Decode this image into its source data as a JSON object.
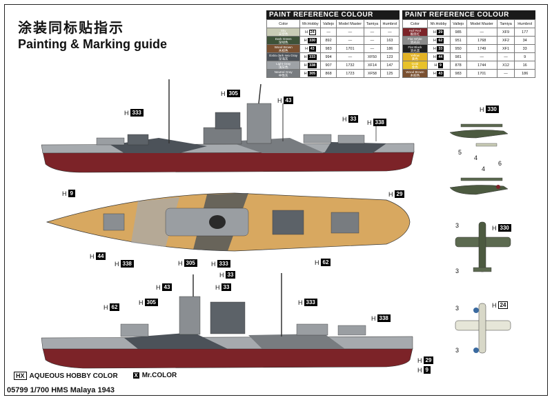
{
  "title_zh": "涂装同标贴指示",
  "title_en": "Painting & Marking guide",
  "table_left": {
    "caption": "PAINT  REFERENCE COLOUR",
    "headers": [
      "Color",
      "Mr.Hobby",
      "Vallejo",
      "Model Master",
      "Tamiya",
      "Humbrol"
    ],
    "rows": [
      {
        "en": "Sky",
        "zh": "天空色",
        "swatch": "#c9ccb6",
        "mh": "24",
        "mh_dark": false,
        "vallejo": "—",
        "mm": "—",
        "tamiya": "—",
        "humbrol": "—"
      },
      {
        "en": "Dark Green",
        "zh": "深绿色",
        "swatch": "#3e5238",
        "mh": "330",
        "mh_dark": true,
        "vallejo": "892",
        "mm": "—",
        "tamiya": "—",
        "humbrol": "163"
      },
      {
        "en": "Wood Brown",
        "zh": "木棕色",
        "swatch": "#7a5030",
        "mh": "43",
        "mh_dark": true,
        "vallejo": "983",
        "mm": "1701",
        "tamiya": "—",
        "humbrol": "186"
      },
      {
        "en": "Extra dark sea Gray",
        "zh": "深海灰",
        "swatch": "#4c5259",
        "mh": "333",
        "mh_dark": true,
        "vallejo": "994",
        "mm": "—",
        "tamiya": "XF50",
        "humbrol": "123"
      },
      {
        "en": "Light Gray",
        "zh": "浅灰色",
        "swatch": "#9ea2a6",
        "mh": "338",
        "mh_dark": true,
        "vallejo": "907",
        "mm": "1732",
        "tamiya": "XF14",
        "humbrol": "147"
      },
      {
        "en": "Neutral Gray",
        "zh": "中性灰",
        "swatch": "#787c80",
        "mh": "305",
        "mh_dark": true,
        "vallejo": "868",
        "mm": "1723",
        "tamiya": "XF58",
        "humbrol": "125"
      }
    ]
  },
  "table_right": {
    "caption": "PAINT  REFERENCE COLOUR",
    "headers": [
      "Color",
      "Mr.Hobby",
      "Vallejo",
      "Model Master",
      "Tamiya",
      "Humbrol"
    ],
    "rows": [
      {
        "en": "Hull Red",
        "zh": "舰底红",
        "swatch": "#7c2328",
        "mh": "29",
        "mh_dark": true,
        "vallejo": "985",
        "mm": "—",
        "tamiya": "XF9",
        "humbrol": "177"
      },
      {
        "en": "Flat White",
        "zh": "消光白",
        "swatch": "#8a8a8a",
        "mh": "62",
        "mh_dark": true,
        "vallejo": "951",
        "mm": "1768",
        "tamiya": "XF2",
        "humbrol": "34"
      },
      {
        "en": "Flat Black",
        "zh": "消光黑",
        "swatch": "#1e1e1e",
        "mh": "33",
        "mh_dark": true,
        "vallejo": "950",
        "mm": "1749",
        "tamiya": "XF1",
        "humbrol": "33"
      },
      {
        "en": "Yellow",
        "zh": "黄色",
        "swatch": "#e2b224",
        "mh": "44",
        "mh_dark": true,
        "vallejo": "981",
        "mm": "—",
        "tamiya": "—",
        "humbrol": "9"
      },
      {
        "en": "Gold",
        "zh": "金色",
        "swatch": "#e8c22a",
        "mh": "9",
        "mh_dark": true,
        "vallejo": "878",
        "mm": "1744",
        "tamiya": "X12",
        "humbrol": "16"
      },
      {
        "en": "Wood Brown",
        "zh": "木棕色",
        "swatch": "#7a5030",
        "mh": "43",
        "mh_dark": true,
        "vallejo": "983",
        "mm": "1701",
        "tamiya": "—",
        "humbrol": "186"
      }
    ]
  },
  "callouts": [
    {
      "id": "c1",
      "val": "305",
      "dark": true
    },
    {
      "id": "c2",
      "val": "43",
      "dark": true
    },
    {
      "id": "c3",
      "val": "333",
      "dark": true
    },
    {
      "id": "c4",
      "val": "33",
      "dark": true
    },
    {
      "id": "c5",
      "val": "338",
      "dark": true
    },
    {
      "id": "c6",
      "val": "9",
      "dark": true
    },
    {
      "id": "c7",
      "val": "29",
      "dark": true
    },
    {
      "id": "c8",
      "val": "44",
      "dark": true
    },
    {
      "id": "c9",
      "val": "338",
      "dark": true
    },
    {
      "id": "c10",
      "val": "305",
      "dark": true
    },
    {
      "id": "c11",
      "val": "333",
      "dark": true
    },
    {
      "id": "c12",
      "val": "33",
      "dark": true
    },
    {
      "id": "c13",
      "val": "62",
      "dark": true
    },
    {
      "id": "c14",
      "val": "43",
      "dark": true
    },
    {
      "id": "c15",
      "val": "33",
      "dark": true
    },
    {
      "id": "c16",
      "val": "62",
      "dark": true
    },
    {
      "id": "c17",
      "val": "305",
      "dark": true
    },
    {
      "id": "c18",
      "val": "333",
      "dark": true
    },
    {
      "id": "c19",
      "val": "338",
      "dark": true
    },
    {
      "id": "c20",
      "val": "29",
      "dark": true
    },
    {
      "id": "c21",
      "val": "9",
      "dark": true
    },
    {
      "id": "c22",
      "val": "330",
      "dark": true
    },
    {
      "id": "c23",
      "val": "330",
      "dark": true
    },
    {
      "id": "c24",
      "val": "24",
      "dark": false
    }
  ],
  "decal_numbers": {
    "n5": "5",
    "n4a": "4",
    "n4b": "4",
    "n6": "6",
    "n3a": "3",
    "n3b": "3",
    "n3c": "3",
    "n3d": "3"
  },
  "h_letter": "H",
  "legend": {
    "aqueous": "AQUEOUS HOBBY COLOR",
    "mr": "Mr.COLOR",
    "mr_symbol": "X"
  },
  "footer": "05799 1/700 HMS Malaya 1943",
  "colors": {
    "hull_red": "#7c2328",
    "deck": "#d8a860",
    "dark_gray": "#4c5259",
    "light_gray": "#a6aaae",
    "mid_gray": "#787c80"
  }
}
